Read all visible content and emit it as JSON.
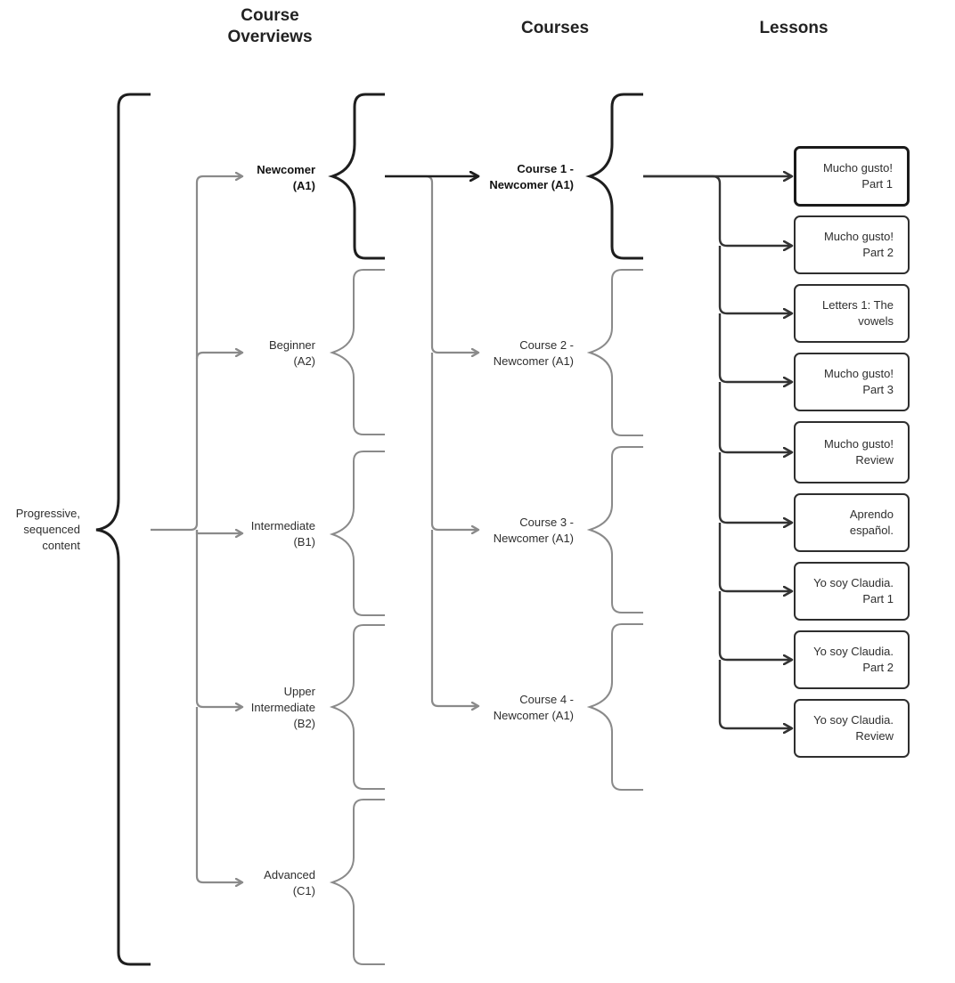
{
  "headers": {
    "overviews": "Course\nOverviews",
    "courses": "Courses",
    "lessons": "Lessons"
  },
  "root_label": "Progressive,\nsequenced\ncontent",
  "overviews": [
    {
      "label": "Newcomer\n(A1)",
      "active": true
    },
    {
      "label": "Beginner\n(A2)",
      "active": false
    },
    {
      "label": "Intermediate\n(B1)",
      "active": false
    },
    {
      "label": "Upper\nIntermediate\n(B2)",
      "active": false
    },
    {
      "label": "Advanced\n(C1)",
      "active": false
    }
  ],
  "courses": [
    {
      "label": "Course 1 -\nNewcomer (A1)",
      "active": true
    },
    {
      "label": "Course 2 -\nNewcomer (A1)",
      "active": false
    },
    {
      "label": "Course 3 -\nNewcomer (A1)",
      "active": false
    },
    {
      "label": "Course 4 -\nNewcomer (A1)",
      "active": false
    }
  ],
  "lessons": [
    {
      "label": "Mucho gusto!\nPart 1",
      "active": true
    },
    {
      "label": "Mucho gusto!\nPart 2",
      "active": false
    },
    {
      "label": "Letters 1: The\nvowels",
      "active": false
    },
    {
      "label": "Mucho gusto!\nPart 3",
      "active": false
    },
    {
      "label": "Mucho gusto!\nReview",
      "active": false
    },
    {
      "label": "Aprendo\nespañol.",
      "active": false
    },
    {
      "label": "Yo soy Claudia.\nPart 1",
      "active": false
    },
    {
      "label": "Yo soy Claudia.\nPart 2",
      "active": false
    },
    {
      "label": "Yo soy Claudia.\nReview",
      "active": false
    }
  ],
  "colors": {
    "active": "#1e1e1e",
    "inactive": "#8a8a8a",
    "lesson_links": "#333333"
  }
}
